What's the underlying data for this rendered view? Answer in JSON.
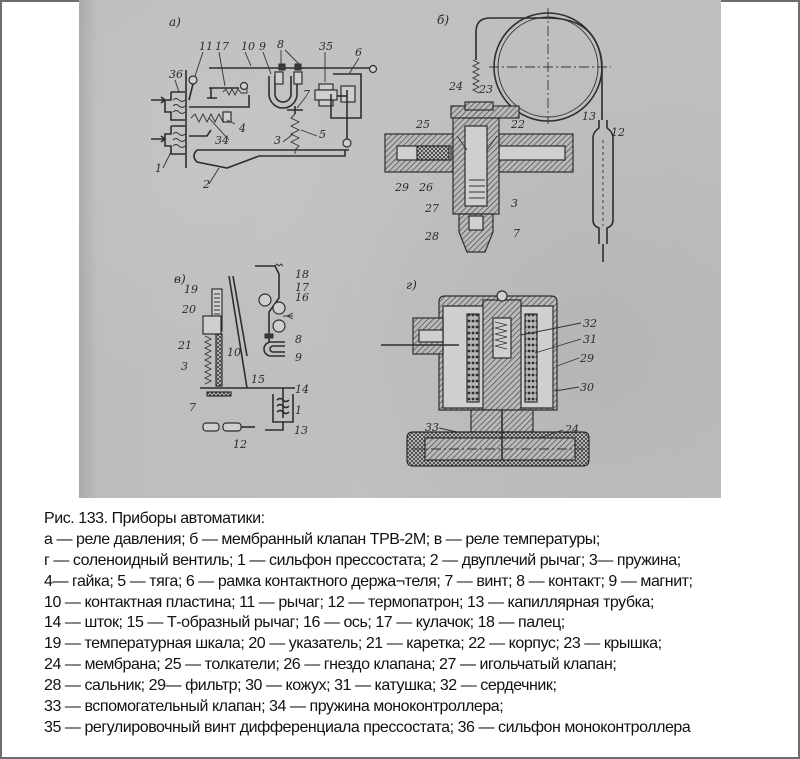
{
  "figure": {
    "panels": {
      "a": {
        "label": "а)",
        "callouts": [
          "11",
          "17",
          "10",
          "9",
          "8",
          "35",
          "6",
          "36",
          "7",
          "4",
          "34",
          "5",
          "3",
          "1",
          "2"
        ]
      },
      "b": {
        "label": "б)",
        "callouts": [
          "24",
          "23",
          "13",
          "25",
          "22",
          "12",
          "29",
          "26",
          "27",
          "3",
          "28",
          "7"
        ]
      },
      "v": {
        "label": "в)",
        "callouts": [
          "18",
          "17",
          "16",
          "19",
          "20",
          "8",
          "21",
          "10",
          "9",
          "3",
          "15",
          "14",
          "7",
          "1",
          "13",
          "12"
        ]
      },
      "g": {
        "label": "г)",
        "callouts": [
          "32",
          "31",
          "29",
          "30",
          "33",
          "24"
        ]
      }
    }
  },
  "caption": {
    "title": "Рис. 133. Приборы автоматики:",
    "lines": [
      "а — реле давления; б — мембранный клапан ТРВ-2М; в — реле температуры;",
      "г — соленоидный вентиль; 1 — сильфон прессостата; 2 — двуплечий рычаг; 3— пружина;",
      "4— гайка; 5 — тяга; 6 — рамка контактного держа¬теля; 7 — винт; 8 — контакт; 9 — магнит;",
      "10 — контактная пластина; 11 — рычаг; 12 — термопатрон; 13 — капиллярная трубка;",
      "14 — шток; 15 — Т-образный рычаг; 16 — ось; 17 — кулачок; 18 — палец;",
      "19 — температурная шкала; 20 — указатель; 21 — каретка; 22 — корпус; 23 — крышка;",
      "24 — мембрана; 25 — толкатели; 26 — гнездо клапана; 27 — игольчатый клапан;",
      "28 — сальник; 29— фильтр; 30 — кожух; 31 — катушка; 32 — сердечник;",
      "33 — вспомогательный клапан; 34 — пружина моноконтроллера;",
      "35 — регулировочный винт дифференциала прессостата; 36 — сильфон моноконтроллера"
    ]
  }
}
